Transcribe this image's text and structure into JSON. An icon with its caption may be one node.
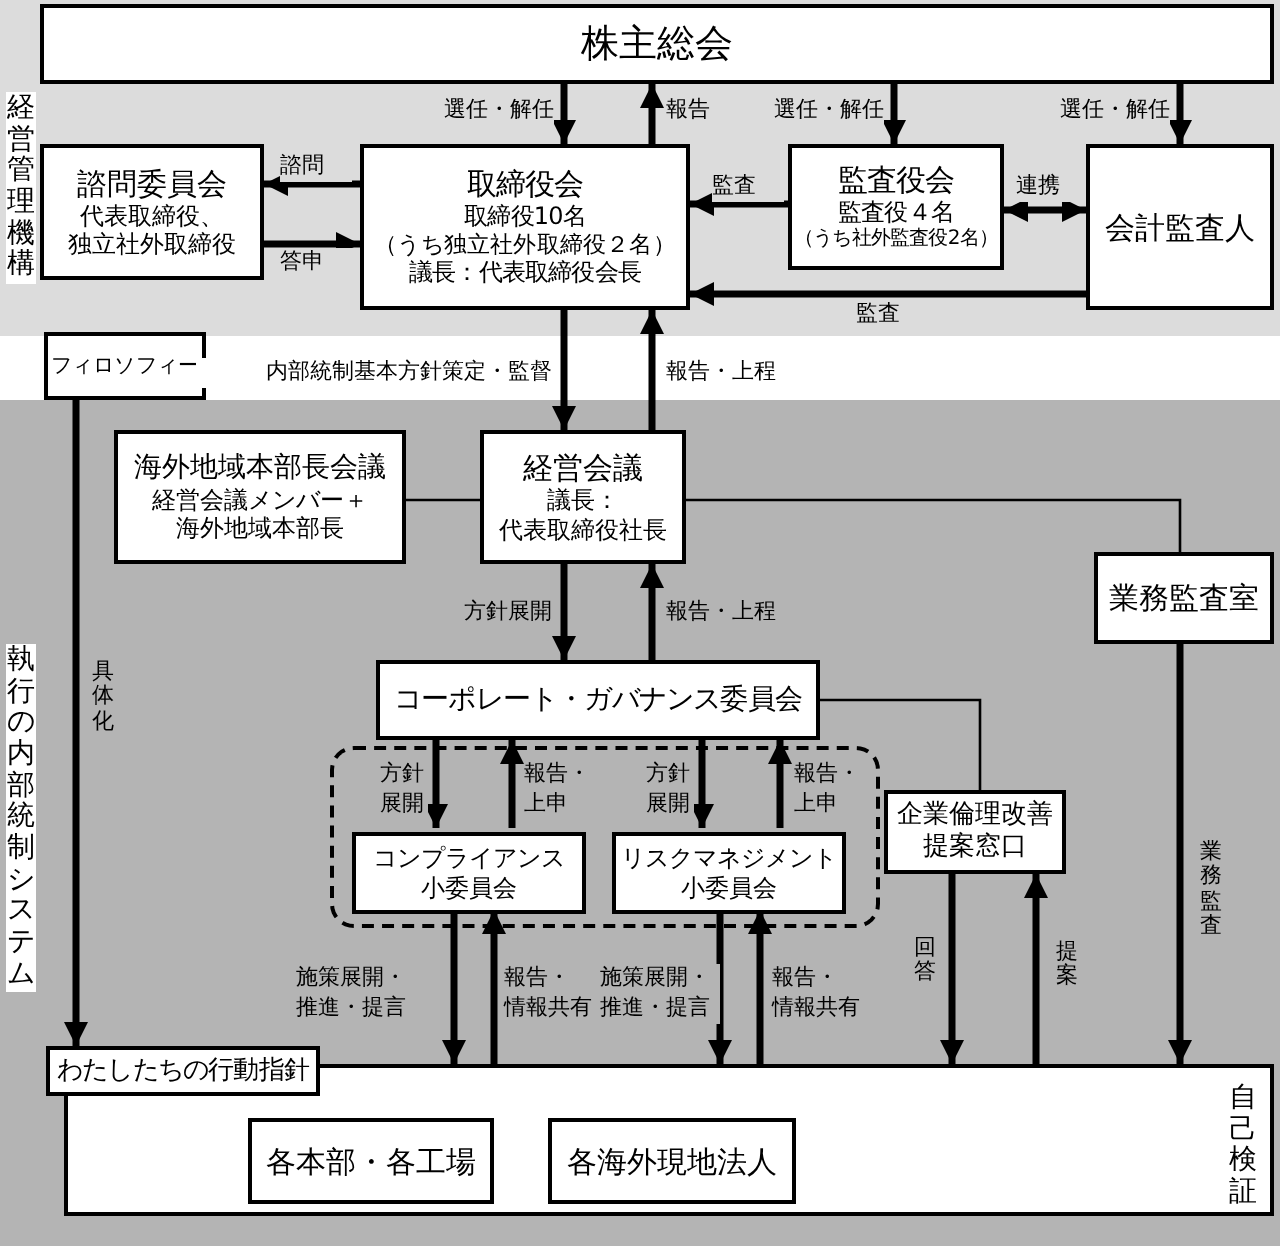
{
  "diagram": {
    "nodes": [
      {
        "text": [
          "株主総会"
        ]
      },
      {
        "text": [
          "諮問委員会",
          "代表取締役、独立社外取締役"
        ]
      },
      {
        "text": [
          "取締役会",
          "取締役10名",
          "（うち独立社外取締役２名）",
          "議長：代表取締役会長"
        ]
      },
      {
        "text": [
          "監査役会",
          "監査役４名",
          "（うち社外監査役2名）"
        ]
      },
      {
        "text": [
          "会計監査人"
        ]
      },
      {
        "text": [
          "フィロソフィー"
        ]
      },
      {
        "text": [
          "海外地域本部長会議",
          "経営会議メンバー＋海外地域本部長"
        ]
      },
      {
        "text": [
          "経営会議",
          "議長：代表取締役社長"
        ]
      },
      {
        "text": [
          "業務監査室"
        ]
      },
      {
        "text": [
          "コーポレート・ガバナンス委員会"
        ]
      },
      {
        "text": [],
        "shape": "box"
      },
      {
        "text": [
          "コンプライアンス小委員会"
        ],
        "in": 10
      },
      {
        "text": [
          "リスクマネジメント小委員会"
        ],
        "in": 10
      },
      {
        "text": [
          "企業倫理改善提案窓口"
        ]
      },
      {
        "text": [
          "自己検証"
        ]
      },
      {
        "text": [
          "各本部・各工場"
        ],
        "in": 14
      },
      {
        "text": [
          "各海外現地法人"
        ],
        "in": 14
      },
      {
        "text": [
          "わたしたちの行動指針"
        ]
      }
    ],
    "edges": [
      {
        "from": 0,
        "to": 2,
        "arrow": "to",
        "label": "選任・解任"
      },
      {
        "from": 2,
        "to": 0,
        "arrow": "to",
        "label": "報告"
      },
      {
        "from": 0,
        "to": 3,
        "arrow": "to",
        "label": "選任・解任"
      },
      {
        "from": 0,
        "to": 4,
        "arrow": "to",
        "label": "選任・解任"
      },
      {
        "from": 2,
        "to": 1,
        "arrow": "to",
        "label": "諮問"
      },
      {
        "from": 1,
        "to": 2,
        "arrow": "to",
        "label": "答申"
      },
      {
        "from": 3,
        "to": 2,
        "arrow": "to",
        "label": "監査"
      },
      {
        "from": 3,
        "to": 4,
        "arrow": "both",
        "label": "連携"
      },
      {
        "from": 4,
        "to": 2,
        "arrow": "to",
        "label": "監査"
      },
      {
        "from": 2,
        "to": 7,
        "arrow": "to",
        "label": "内部統制基本方針策定・監督"
      },
      {
        "from": 7,
        "to": 2,
        "arrow": "to",
        "label": "報告・上程"
      },
      {
        "from": 6,
        "to": 7,
        "arrow": "none"
      },
      {
        "from": 7,
        "to": 8,
        "arrow": "none"
      },
      {
        "from": 7,
        "to": 9,
        "arrow": "to",
        "label": "方針展開"
      },
      {
        "from": 9,
        "to": 7,
        "arrow": "to",
        "label": "報告・上程"
      },
      {
        "from": 9,
        "to": 11,
        "arrow": "to",
        "label": "方針展開"
      },
      {
        "from": 11,
        "to": 9,
        "arrow": "to",
        "label": "報告・上申"
      },
      {
        "from": 9,
        "to": 12,
        "arrow": "to",
        "label": "方針展開"
      },
      {
        "from": 12,
        "to": 9,
        "arrow": "to",
        "label": "報告・上申"
      },
      {
        "from": 9,
        "to": 13,
        "arrow": "none"
      },
      {
        "from": 8,
        "to": 14,
        "arrow": "to",
        "label": "業務監査"
      },
      {
        "from": 5,
        "to": 17,
        "arrow": "to",
        "label": "具体化"
      },
      {
        "from": 13,
        "to": 14,
        "arrow": "to",
        "label": "回答"
      },
      {
        "from": 14,
        "to": 13,
        "arrow": "to",
        "label": "提案"
      },
      {
        "from": 11,
        "to": 14,
        "arrow": "to",
        "label": "施策展開・推進・提言"
      },
      {
        "from": 14,
        "to": 11,
        "arrow": "to",
        "label": "報告・情報共有"
      },
      {
        "from": 12,
        "to": 14,
        "arrow": "to",
        "label": "施策展開・推進・提言"
      },
      {
        "from": 14,
        "to": 12,
        "arrow": "to",
        "label": "報告・情報共有"
      }
    ],
    "labels": [
      "経営管理機構",
      "執行の内部統制システム"
    ]
  }
}
